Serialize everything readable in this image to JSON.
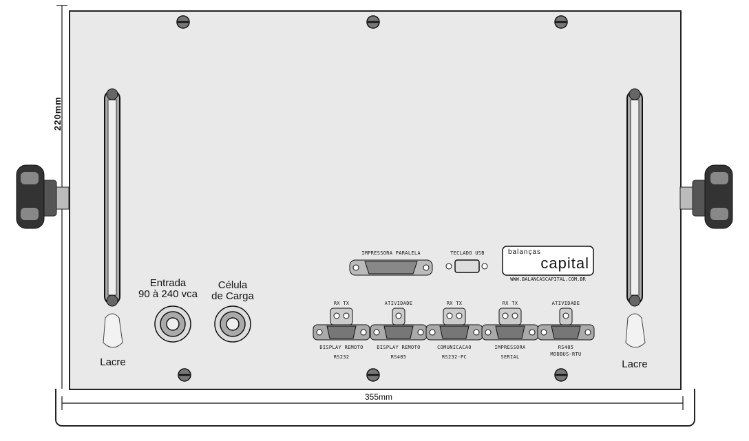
{
  "dimensions": {
    "height": "220mm",
    "width": "355mm"
  },
  "labels": {
    "lacre_left": "Lacre",
    "lacre_right": "Lacre",
    "power_line1": "Entrada",
    "power_line2": "90 à 240 vca",
    "load_line1": "Célula",
    "load_line2": "de Carga",
    "parallel_printer": "IMPRESSORA PARALELA",
    "usb_keyboard": "TECLADO USB",
    "website": "WWW.BALANCASCAPITAL.COM.BR"
  },
  "brand": {
    "line1": "balanças",
    "line2": "capital"
  },
  "ports": [
    {
      "top": "RX  TX",
      "bottom1": "DISPLAY REMOTO",
      "bottom2": "RS232"
    },
    {
      "top": "ATIVIDADE",
      "bottom1": "DISPLAY REMOTO",
      "bottom2": "RS485"
    },
    {
      "top": "RX  TX",
      "bottom1": "COMUNICACAO",
      "bottom2": "RS232-PC"
    },
    {
      "top": "RX  TX",
      "bottom1": "IMPRESSORA",
      "bottom2": "SERIAL"
    },
    {
      "top": "ATIVIDADE",
      "bottom1": "RS485",
      "bottom2": "MODBUS-RTU"
    }
  ]
}
